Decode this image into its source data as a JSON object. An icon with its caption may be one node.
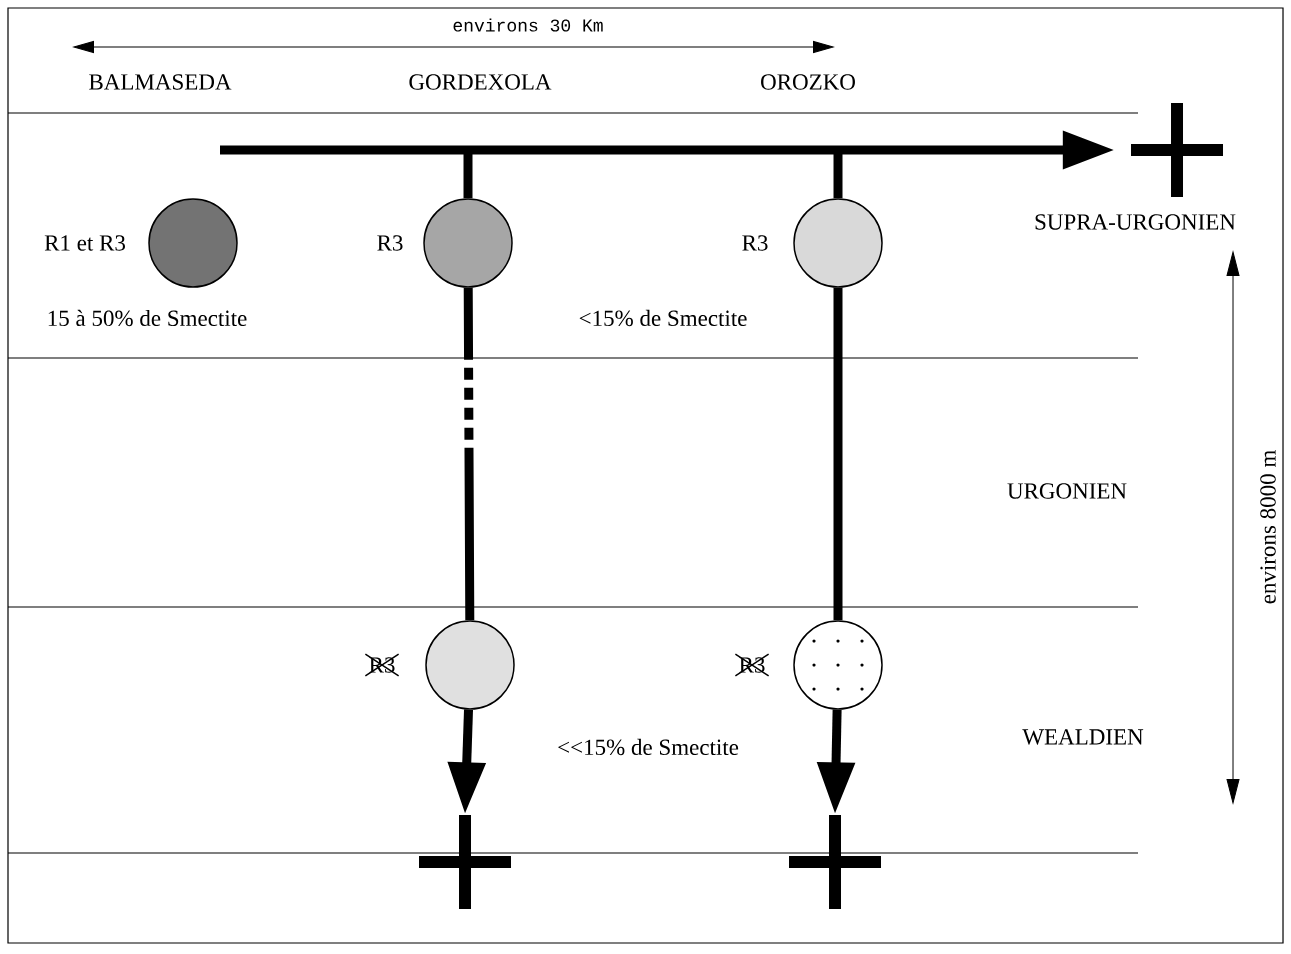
{
  "diagram": {
    "nodes": [
      {
        "text": [],
        "shape": "circle",
        "beside": [
          "R1 et R3"
        ]
      },
      {
        "text": [],
        "shape": "circle",
        "beside": [
          "R3"
        ]
      },
      {
        "text": [],
        "shape": "circle",
        "beside": [
          "R3"
        ]
      },
      {
        "text": [],
        "shape": "circle",
        "beside": [
          "R3"
        ]
      },
      {
        "text": [],
        "shape": "circle",
        "beside": [
          "R3"
        ]
      },
      {
        "text": [],
        "shape": "cross"
      },
      {
        "text": [],
        "shape": "cross"
      },
      {
        "text": [],
        "shape": "cross"
      }
    ],
    "edges": [
      {
        "from": null,
        "to": 5,
        "arrow": "to"
      },
      {
        "from": null,
        "to": 1,
        "arrow": "none"
      },
      {
        "from": null,
        "to": 2,
        "arrow": "none"
      },
      {
        "from": 1,
        "to": 3,
        "arrow": "none",
        "style": "dashed"
      },
      {
        "from": 2,
        "to": 4,
        "arrow": "none"
      },
      {
        "from": 3,
        "to": 6,
        "arrow": "to"
      },
      {
        "from": 4,
        "to": 7,
        "arrow": "to"
      }
    ],
    "labels": [
      "environs 30 Km",
      "BALMASEDA",
      "GORDEXOLA",
      "OROZKO",
      "SUPRA-URGONIEN",
      "15 à 50% de Smectite",
      "<15% de Smectite",
      "URGONIEN",
      "environs 8000 m",
      "<<15% de Smectite",
      "WEALDIEN"
    ]
  }
}
